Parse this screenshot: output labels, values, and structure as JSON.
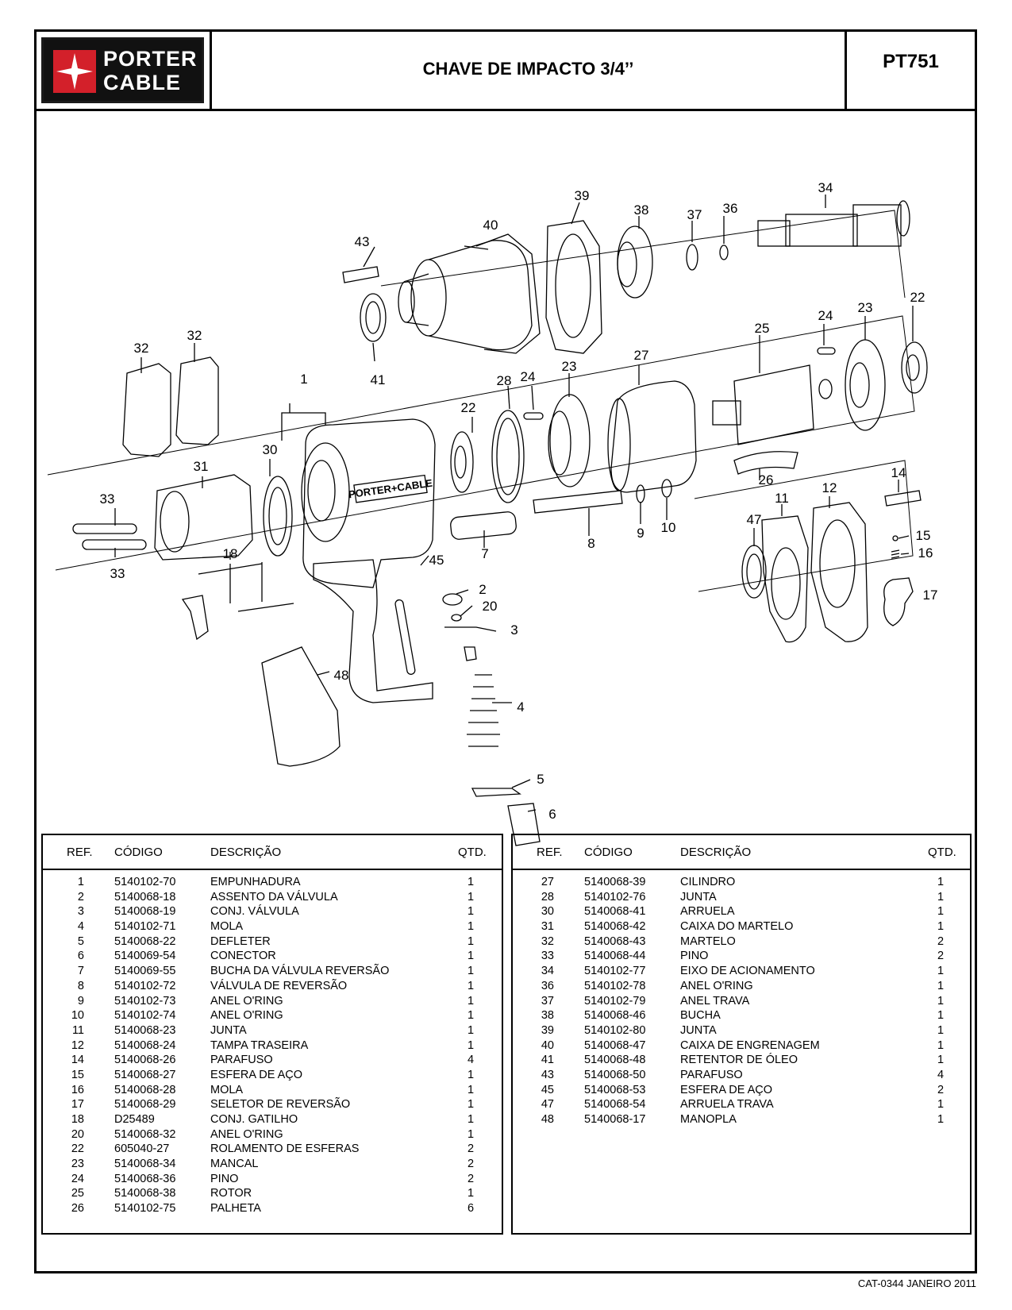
{
  "header": {
    "brand_line1": "PORTER",
    "brand_line2": "CABLE",
    "title": "CHAVE DE IMPACTO 3/4’’",
    "model": "PT751"
  },
  "diagram": {
    "housing_badge": "PORTER+CABLE",
    "callouts": [
      "1",
      "2",
      "3",
      "4",
      "5",
      "6",
      "7",
      "8",
      "9",
      "10",
      "11",
      "12",
      "14",
      "15",
      "16",
      "17",
      "18",
      "20",
      "22",
      "22",
      "23",
      "23",
      "24",
      "24",
      "25",
      "26",
      "27",
      "28",
      "30",
      "31",
      "32",
      "32",
      "33",
      "33",
      "34",
      "36",
      "37",
      "38",
      "39",
      "40",
      "41",
      "43",
      "45",
      "47",
      "48"
    ]
  },
  "table_headers": {
    "ref": "REF.",
    "code": "CÓDIGO",
    "desc": "DESCRIÇÃO",
    "qty": "QTD."
  },
  "parts_left": [
    {
      "ref": "1",
      "code": "5140102-70",
      "desc": "EMPUNHADURA",
      "qty": "1"
    },
    {
      "ref": "2",
      "code": "5140068-18",
      "desc": "ASSENTO DA VÁLVULA",
      "qty": "1"
    },
    {
      "ref": "3",
      "code": "5140068-19",
      "desc": "CONJ. VÁLVULA",
      "qty": "1"
    },
    {
      "ref": "4",
      "code": "5140102-71",
      "desc": "MOLA",
      "qty": "1"
    },
    {
      "ref": "5",
      "code": "5140068-22",
      "desc": "DEFLETER",
      "qty": "1"
    },
    {
      "ref": "6",
      "code": "5140069-54",
      "desc": "CONECTOR",
      "qty": "1"
    },
    {
      "ref": "7",
      "code": "5140069-55",
      "desc": "BUCHA DA VÁLVULA REVERSÃO",
      "qty": "1"
    },
    {
      "ref": "8",
      "code": "5140102-72",
      "desc": "VÁLVULA DE REVERSÃO",
      "qty": "1"
    },
    {
      "ref": "9",
      "code": "5140102-73",
      "desc": "ANEL O'RING",
      "qty": "1"
    },
    {
      "ref": "10",
      "code": "5140102-74",
      "desc": "ANEL O'RING",
      "qty": "1"
    },
    {
      "ref": "11",
      "code": "5140068-23",
      "desc": "JUNTA",
      "qty": "1"
    },
    {
      "ref": "12",
      "code": "5140068-24",
      "desc": "TAMPA TRASEIRA",
      "qty": "1"
    },
    {
      "ref": "14",
      "code": "5140068-26",
      "desc": "PARAFUSO",
      "qty": "4"
    },
    {
      "ref": "15",
      "code": "5140068-27",
      "desc": "ESFERA DE AÇO",
      "qty": "1"
    },
    {
      "ref": "16",
      "code": "5140068-28",
      "desc": "MOLA",
      "qty": "1"
    },
    {
      "ref": "17",
      "code": "5140068-29",
      "desc": "SELETOR DE REVERSÃO",
      "qty": "1"
    },
    {
      "ref": "18",
      "code": "D25489",
      "desc": "CONJ. GATILHO",
      "qty": "1"
    },
    {
      "ref": "20",
      "code": "5140068-32",
      "desc": "ANEL O'RING",
      "qty": "1"
    },
    {
      "ref": "22",
      "code": "605040-27",
      "desc": "ROLAMENTO DE ESFERAS",
      "qty": "2"
    },
    {
      "ref": "23",
      "code": "5140068-34",
      "desc": "MANCAL",
      "qty": "2"
    },
    {
      "ref": "24",
      "code": "5140068-36",
      "desc": "PINO",
      "qty": "2"
    },
    {
      "ref": "25",
      "code": "5140068-38",
      "desc": "ROTOR",
      "qty": "1"
    },
    {
      "ref": "26",
      "code": "5140102-75",
      "desc": "PALHETA",
      "qty": "6"
    }
  ],
  "parts_right": [
    {
      "ref": "27",
      "code": "5140068-39",
      "desc": "CILINDRO",
      "qty": "1"
    },
    {
      "ref": "28",
      "code": "5140102-76",
      "desc": "JUNTA",
      "qty": "1"
    },
    {
      "ref": "30",
      "code": "5140068-41",
      "desc": "ARRUELA",
      "qty": "1"
    },
    {
      "ref": "31",
      "code": "5140068-42",
      "desc": "CAIXA DO MARTELO",
      "qty": "1"
    },
    {
      "ref": "32",
      "code": "5140068-43",
      "desc": "MARTELO",
      "qty": "2"
    },
    {
      "ref": "33",
      "code": "5140068-44",
      "desc": "PINO",
      "qty": "2"
    },
    {
      "ref": "34",
      "code": "5140102-77",
      "desc": "EIXO DE ACIONAMENTO",
      "qty": "1"
    },
    {
      "ref": "36",
      "code": "5140102-78",
      "desc": "ANEL O'RING",
      "qty": "1"
    },
    {
      "ref": "37",
      "code": "5140102-79",
      "desc": "ANEL TRAVA",
      "qty": "1"
    },
    {
      "ref": "38",
      "code": "5140068-46",
      "desc": "BUCHA",
      "qty": "1"
    },
    {
      "ref": "39",
      "code": "5140102-80",
      "desc": "JUNTA",
      "qty": "1"
    },
    {
      "ref": "40",
      "code": "5140068-47",
      "desc": "CAIXA DE ENGRENAGEM",
      "qty": "1"
    },
    {
      "ref": "41",
      "code": "5140068-48",
      "desc": "RETENTOR DE ÓLEO",
      "qty": "1"
    },
    {
      "ref": "43",
      "code": "5140068-50",
      "desc": "PARAFUSO",
      "qty": "4"
    },
    {
      "ref": "45",
      "code": "5140068-53",
      "desc": "ESFERA DE AÇO",
      "qty": "2"
    },
    {
      "ref": "47",
      "code": "5140068-54",
      "desc": "ARRUELA TRAVA",
      "qty": "1"
    },
    {
      "ref": "48",
      "code": "5140068-17",
      "desc": "MANOPLA",
      "qty": "1"
    }
  ],
  "footer": "CAT-0344 JANEIRO 2011",
  "colors": {
    "brand_red": "#d3202a",
    "brand_black": "#111111",
    "line": "#000000"
  }
}
